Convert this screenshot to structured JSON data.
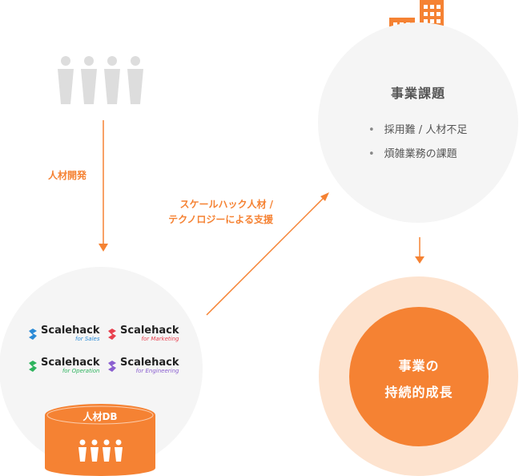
{
  "top_left": {
    "arrow_label": "人材開発"
  },
  "middle": {
    "support_line1": "スケールハック人材 /",
    "support_line2": "テクノロジーによる支援"
  },
  "challenges": {
    "title": "事業課題",
    "items": [
      "採用難 / 人材不足",
      "煩雑業務の課題"
    ]
  },
  "result": {
    "line1": "事業の",
    "line2": "持続的成長"
  },
  "db": {
    "label": "人材DB",
    "brands": [
      {
        "name": "Scalehack",
        "sub": "for Sales",
        "color": "#2a8ad6"
      },
      {
        "name": "Scalehack",
        "sub": "for Marketing",
        "color": "#e8404e"
      },
      {
        "name": "Scalehack",
        "sub": "for Operation",
        "color": "#2db35d"
      },
      {
        "name": "Scalehack",
        "sub": "for Engineering",
        "color": "#8a5fd0"
      }
    ]
  },
  "colors": {
    "accent": "#f58233",
    "light_gray": "#f5f5f5",
    "pale_orange": "#fde3cf",
    "person_gray": "#dddddd"
  }
}
